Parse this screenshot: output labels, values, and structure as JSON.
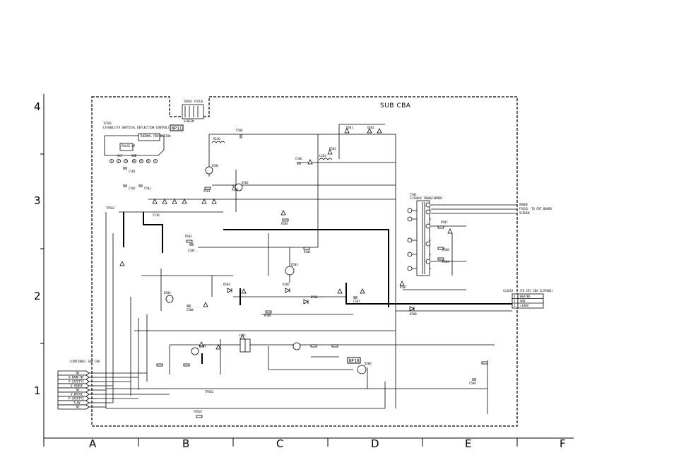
{
  "board_title": "SUB CBA",
  "grid": {
    "rows": [
      "4",
      "3",
      "2",
      "1"
    ],
    "columns": [
      "A",
      "B",
      "C",
      "D",
      "E",
      "F"
    ]
  },
  "ic": {
    "ref": "IC501",
    "desc": "LA78041(TV VERTICAL DEFLECTION CONTROL)",
    "block1": "THERMAL PROTECTION",
    "block2": "PULSE GP",
    "pin_labels": [
      "VCC",
      "GND"
    ],
    "pins": [
      "1",
      "2",
      "3",
      "4",
      "5",
      "6",
      "7"
    ]
  },
  "badges": [
    "NP11",
    "NF10"
  ],
  "top_connector": [
    "CN501",
    "FOCUS",
    "SCREEN"
  ],
  "fbt": {
    "ref": "T501",
    "desc": "FLYBACK TRANSFORMER",
    "outputs": [
      "ANODE",
      "FOCUS",
      "SCREEN"
    ],
    "crt_note": "TO CRT BOARD"
  },
  "right_connector": {
    "ref": "CL501A",
    "title": "(TO CRT CBA CL5P601)",
    "pins": [
      {
        "num": "4",
        "label": "HEATER"
      },
      {
        "num": "3",
        "label": "GND"
      },
      {
        "num": "2",
        "label": "+180V"
      }
    ]
  },
  "left_connector": {
    "title": "(CONTINUE) SUB CBA",
    "signals": [
      "NC",
      "V-RAMP-NF",
      "P-SAFETY1",
      "V-SENSE",
      "NC",
      "V-DRIVE",
      "P-SAFETY2",
      "T+8V",
      "NC"
    ]
  },
  "components": [
    "Q501",
    "Q502",
    "Q503",
    "Q504",
    "Q505",
    "Q506",
    "D501",
    "D502",
    "D503",
    "D504",
    "D505",
    "D506",
    "D507",
    "D508",
    "C501",
    "C502",
    "C503",
    "C504",
    "C505",
    "C506",
    "C507",
    "C508",
    "C509",
    "C510",
    "R501",
    "R502",
    "R503",
    "R504",
    "R505",
    "R506",
    "R507",
    "R508",
    "R509",
    "R510",
    "L501",
    "L502",
    "FB501",
    "TP501",
    "TP502"
  ]
}
